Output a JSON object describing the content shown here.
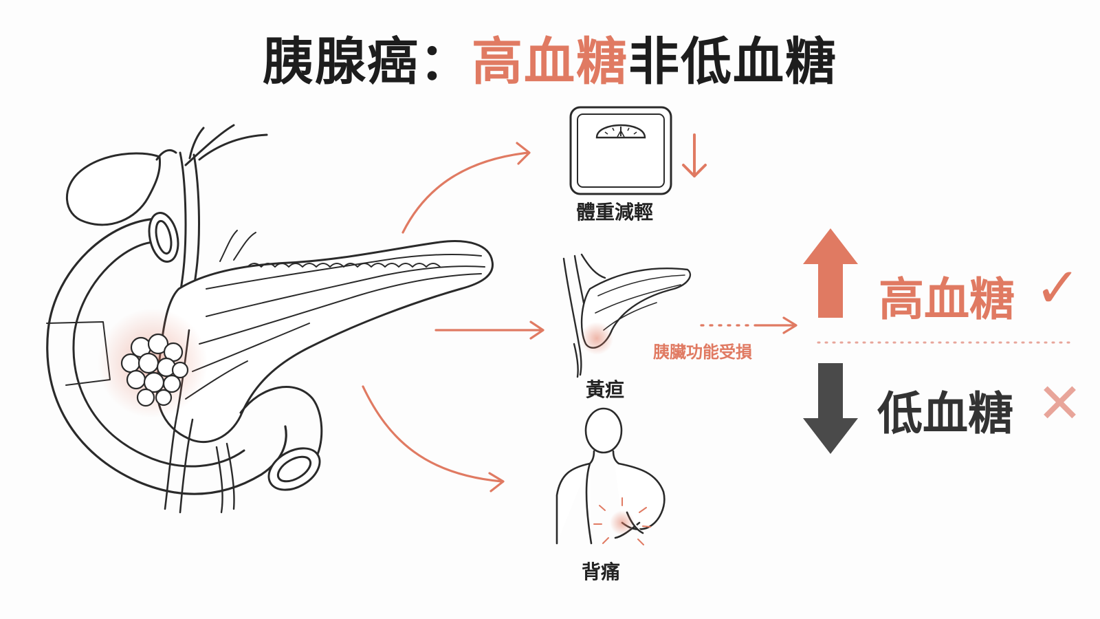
{
  "title": {
    "part1": "胰腺癌：",
    "highlight": "高血糖",
    "part2": "非低血糖"
  },
  "symptoms": {
    "weight_loss": "體重減輕",
    "jaundice": "黃疸",
    "back_pain": "背痛"
  },
  "pancreas_damage": "胰臟功能受損",
  "results": {
    "high": "高血糖",
    "high_mark": "✓",
    "low": "低血糖",
    "low_mark": "✕"
  },
  "icons": {
    "scale": "scale-icon",
    "down_arrow": "down-arrow-icon",
    "up_arrow": "up-arrow-icon",
    "check": "check-icon",
    "cross": "cross-icon"
  },
  "colors": {
    "accent": "#e07a62",
    "dark": "#1d1d1d",
    "line": "#2a2a2a",
    "muted_accent": "#e8a59a",
    "dark_arrow": "#4a4a4a"
  }
}
